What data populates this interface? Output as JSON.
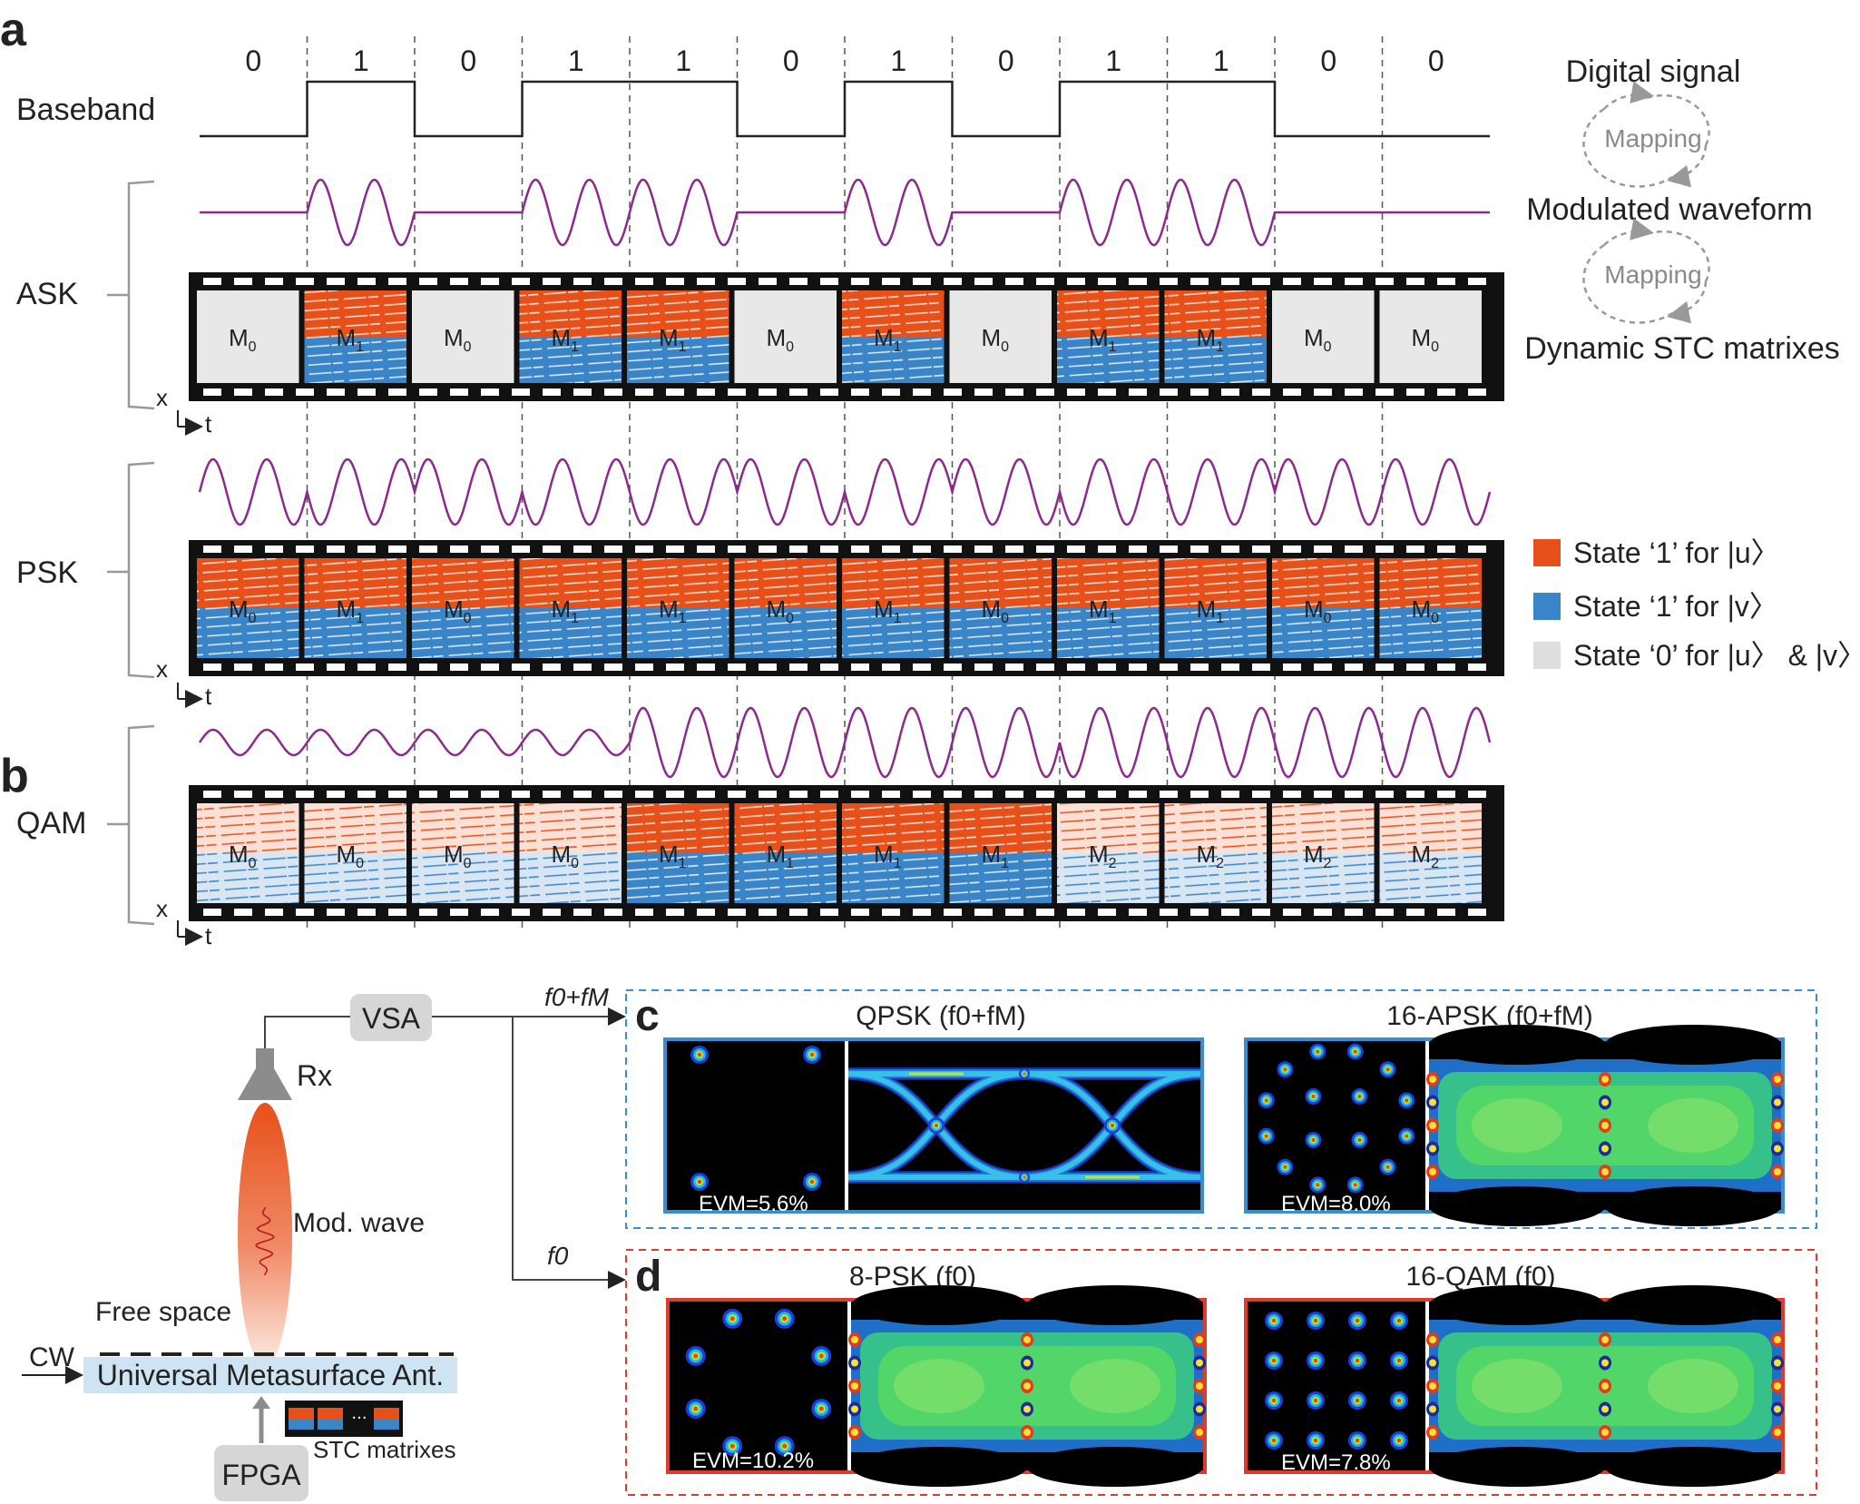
{
  "panel_labels": {
    "a": "a",
    "b": "b",
    "c": "c",
    "d": "d"
  },
  "panel_a": {
    "bits": [
      "0",
      "1",
      "0",
      "1",
      "1",
      "0",
      "1",
      "0",
      "1",
      "1",
      "0",
      "0"
    ],
    "row_labels": {
      "baseband": "Baseband",
      "ask": "ASK",
      "psk": "PSK",
      "qam": "QAM"
    },
    "axis": {
      "x": "x",
      "t": "t"
    },
    "ask_matrices": [
      "M0",
      "M1",
      "M0",
      "M1",
      "M1",
      "M0",
      "M1",
      "M0",
      "M1",
      "M1",
      "M0",
      "M0"
    ],
    "psk_matrices": [
      "M0",
      "M1",
      "M0",
      "M1",
      "M1",
      "M0",
      "M1",
      "M0",
      "M1",
      "M1",
      "M0",
      "M0"
    ],
    "qam_matrices": [
      "M0",
      "M0",
      "M0",
      "M0",
      "M1",
      "M1",
      "M1",
      "M1",
      "M2",
      "M2",
      "M2",
      "M2"
    ],
    "flow": {
      "digital": "Digital signal",
      "mapping": "Mapping",
      "modulated": "Modulated waveform",
      "dynamic": "Dynamic STC matrixes"
    },
    "legend": [
      {
        "text": "State ‘1’ for |u〉",
        "color": "#e8501a"
      },
      {
        "text": "State ‘1’ for |v〉",
        "color": "#3a85c8"
      },
      {
        "text": "State ‘0’ for |u〉 & |v〉",
        "color": "#dedede"
      }
    ]
  },
  "panel_b": {
    "vsa": "VSA",
    "rx": "Rx",
    "mod_wave": "Mod. wave",
    "free_space": "Free space",
    "cw": "CW",
    "antenna": "Universal Metasurface Ant.",
    "stc": "STC matrixes",
    "fpga": "FPGA",
    "branch_top": "f0+fM",
    "branch_bottom": "f0"
  },
  "panel_c": {
    "plots": [
      {
        "title": "QPSK (f0+fM)",
        "evm": "EVM=5.6%"
      },
      {
        "title": "16-APSK (f0+fM)",
        "evm": "EVM=8.0%"
      }
    ],
    "border_color": "#3a8ed0"
  },
  "panel_d": {
    "plots": [
      {
        "title": "8-PSK (f0)",
        "evm": "EVM=10.2%"
      },
      {
        "title": "16-QAM (f0)",
        "evm": "EVM=7.8%"
      }
    ],
    "border_color": "#e03a2e"
  },
  "colors": {
    "wave": "#8b2a8b",
    "orange": "#e8501a",
    "blue": "#3a85c8",
    "grey": "#dedede"
  }
}
